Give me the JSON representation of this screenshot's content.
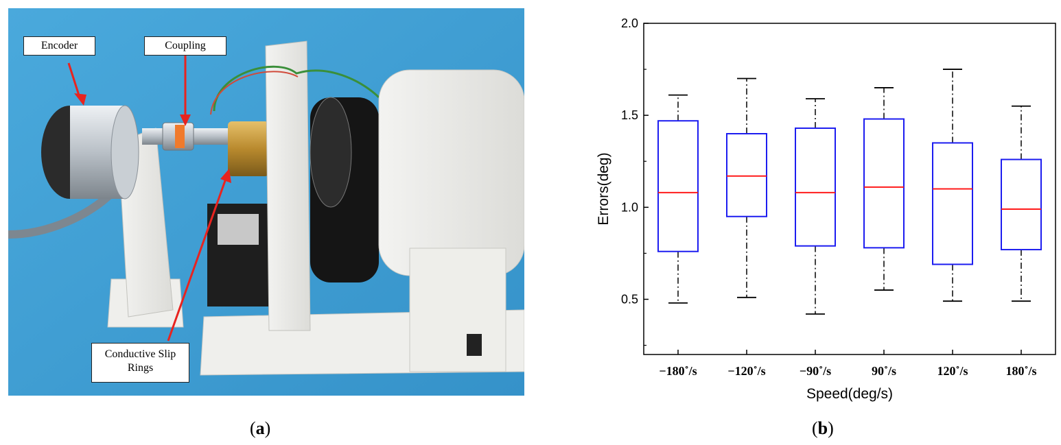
{
  "figure": {
    "panel_a": {
      "label_open": "(",
      "label_letter": "a",
      "label_close": ")",
      "callouts": {
        "encoder": "Encoder",
        "coupling": "Coupling",
        "slip_rings": "Conductive Slip Rings"
      },
      "colors": {
        "background_fabric": "#3f9ed4",
        "arrow": "#e8231f"
      }
    },
    "panel_b": {
      "label_open": "(",
      "label_letter": "b",
      "label_close": ")"
    }
  },
  "chart_data": {
    "type": "boxplot",
    "xlabel": "Speed(deg/s)",
    "ylabel": "Errors(deg)",
    "ylim": [
      0.2,
      2.0
    ],
    "yticks": [
      0.5,
      1.0,
      1.5,
      2.0
    ],
    "ytick_labels": [
      "0.5",
      "1.0",
      "1.5",
      "2.0"
    ],
    "grid": false,
    "categories": [
      "−180˚/s",
      "−120˚/s",
      "−90˚/s",
      "90˚/s",
      "120˚/s",
      "180˚/s"
    ],
    "boxes": [
      {
        "whisker_low": 0.48,
        "q1": 0.76,
        "median": 1.08,
        "q3": 1.47,
        "whisker_high": 1.61
      },
      {
        "whisker_low": 0.51,
        "q1": 0.95,
        "median": 1.17,
        "q3": 1.4,
        "whisker_high": 1.7
      },
      {
        "whisker_low": 0.42,
        "q1": 0.79,
        "median": 1.08,
        "q3": 1.43,
        "whisker_high": 1.59
      },
      {
        "whisker_low": 0.55,
        "q1": 0.78,
        "median": 1.11,
        "q3": 1.48,
        "whisker_high": 1.65
      },
      {
        "whisker_low": 0.49,
        "q1": 0.69,
        "median": 1.1,
        "q3": 1.35,
        "whisker_high": 1.75
      },
      {
        "whisker_low": 0.49,
        "q1": 0.77,
        "median": 0.99,
        "q3": 1.26,
        "whisker_high": 1.55
      }
    ],
    "colors": {
      "box": "#1c1cf0",
      "median": "#ff1a1a",
      "whisker": "#000000"
    }
  }
}
